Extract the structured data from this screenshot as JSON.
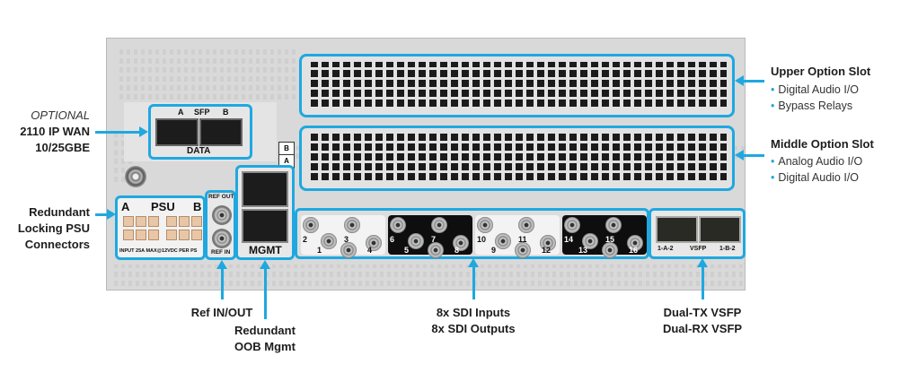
{
  "panel": {
    "sfp": {
      "a": "A",
      "title": "SFP",
      "b": "B",
      "caption": "DATA"
    },
    "slot_switch": {
      "b": "B",
      "a": "A"
    },
    "psu": {
      "a": "A",
      "title": "PSU",
      "b": "B",
      "rating": "INPUT 25A MAX@12VDC PER PS"
    },
    "ref": {
      "out": "REF OUT",
      "in": "REF IN"
    },
    "mgmt": "MGMT",
    "sdi_numbers": [
      "1",
      "2",
      "3",
      "4",
      "5",
      "6",
      "7",
      "8",
      "9",
      "10",
      "11",
      "12",
      "13",
      "14",
      "15",
      "16"
    ],
    "vsfp": {
      "left": "1-A-2",
      "title": "VSFP",
      "right": "1-B-2"
    }
  },
  "callouts": {
    "wan": {
      "optional": "OPTIONAL",
      "line1": "2110 IP WAN",
      "line2": "10/25GBE"
    },
    "psu": {
      "line1": "Redundant",
      "line2": "Locking PSU",
      "line3": "Connectors"
    },
    "ref": "Ref IN/OUT",
    "mgmt": {
      "line1": "Redundant",
      "line2": "OOB Mgmt"
    },
    "sdi": {
      "line1": "8x SDI Inputs",
      "line2": "8x SDI Outputs"
    },
    "vsfp": {
      "line1": "Dual-TX VSFP",
      "line2": "Dual-RX VSFP"
    },
    "upper": {
      "title": "Upper Option Slot",
      "bullets": [
        "Digital Audio I/O",
        "Bypass Relays"
      ]
    },
    "middle": {
      "title": "Middle Option Slot",
      "bullets": [
        "Analog Audio I/O",
        "Digital Audio I/O"
      ]
    }
  },
  "colors": {
    "accent": "#1fa8e0"
  }
}
